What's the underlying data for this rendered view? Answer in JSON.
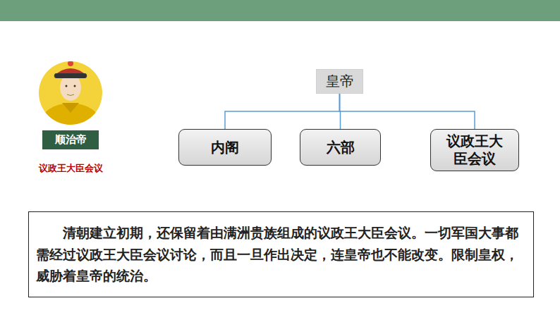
{
  "diagram": {
    "nodes": [
      {
        "text": [
          "皇帝"
        ]
      },
      {
        "text": [
          "内阁"
        ]
      },
      {
        "text": [
          "六部"
        ]
      },
      {
        "text": [
          "议政王大臣会议"
        ]
      },
      {
        "text": [
          "顺治帝"
        ]
      },
      {
        "text": [
          "清朝建立初期，还保留着由满洲贵族组成的议政王大臣会议。一切军国大事都需经过议政王大臣会议讨论，而且一旦作出决定，连皇帝也不能改变。限制皇权，威胁着皇帝的统治。"
        ]
      }
    ],
    "edges": [
      {
        "from": 0,
        "to": 1,
        "arrow": "none"
      },
      {
        "from": 0,
        "to": 2,
        "arrow": "none"
      },
      {
        "from": 0,
        "to": 3,
        "arrow": "none"
      }
    ],
    "labels": [
      "议政王大臣会议"
    ]
  }
}
